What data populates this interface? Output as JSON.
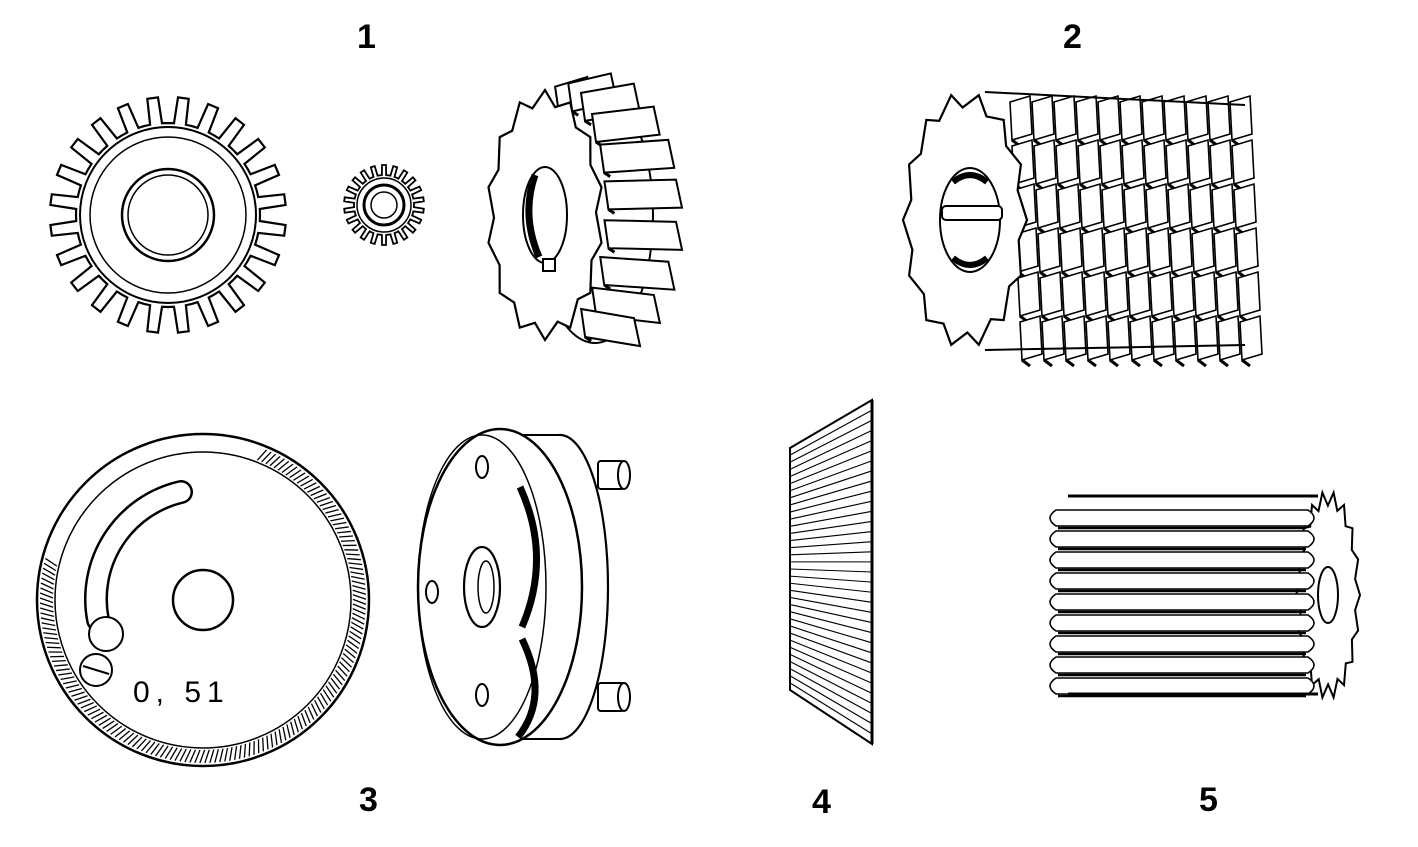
{
  "figure_labels": {
    "group_1": "1",
    "group_2": "2",
    "group_3": "3",
    "group_4": "4",
    "group_5": "5"
  },
  "engravings": {
    "dresser_marking": "0, 51"
  },
  "colors": {
    "ink": "#000000",
    "paper": "#ffffff"
  },
  "items": [
    {
      "group": "1",
      "icon": "gear-shaper-cutter-large-icon"
    },
    {
      "group": "1",
      "icon": "gear-shaper-cutter-small-icon"
    },
    {
      "group": "1",
      "icon": "form-milling-cutter-icon"
    },
    {
      "group": "2",
      "icon": "gear-hob-icon"
    },
    {
      "group": "3",
      "icon": "circular-cutter-face-icon"
    },
    {
      "group": "3",
      "icon": "circular-cutter-side-icon"
    },
    {
      "group": "4",
      "icon": "bevel-tooth-cone-icon"
    },
    {
      "group": "5",
      "icon": "shaving-cutter-cylinder-icon"
    }
  ]
}
